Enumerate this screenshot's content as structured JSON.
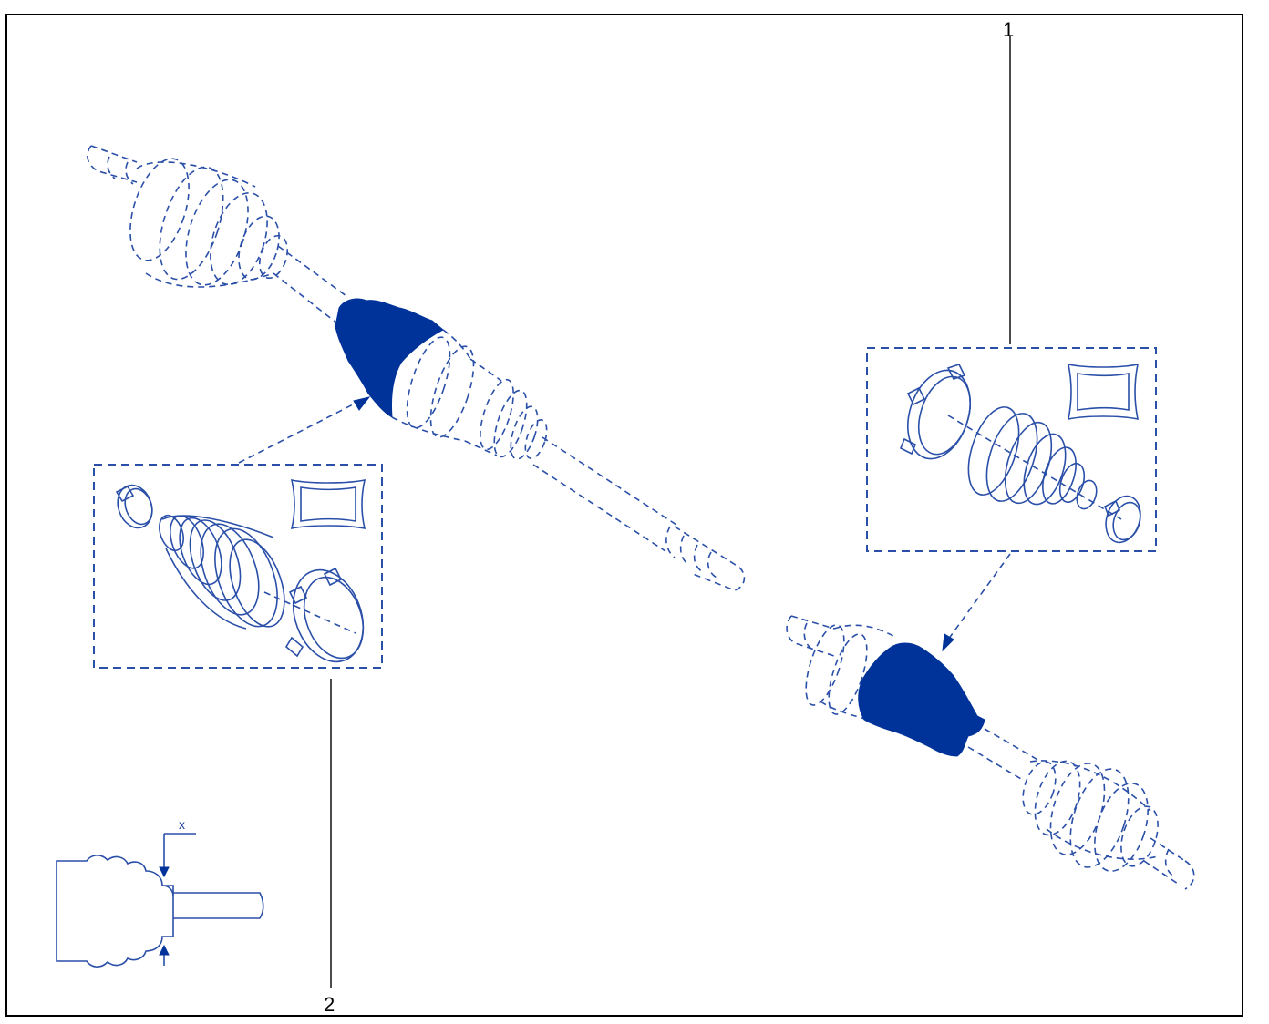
{
  "callouts": {
    "one": "1",
    "two": "2"
  },
  "dimension": {
    "label": "x"
  },
  "colors": {
    "line": "#2a4fa8",
    "boot_fill": "#003399",
    "frame": "#000000"
  }
}
